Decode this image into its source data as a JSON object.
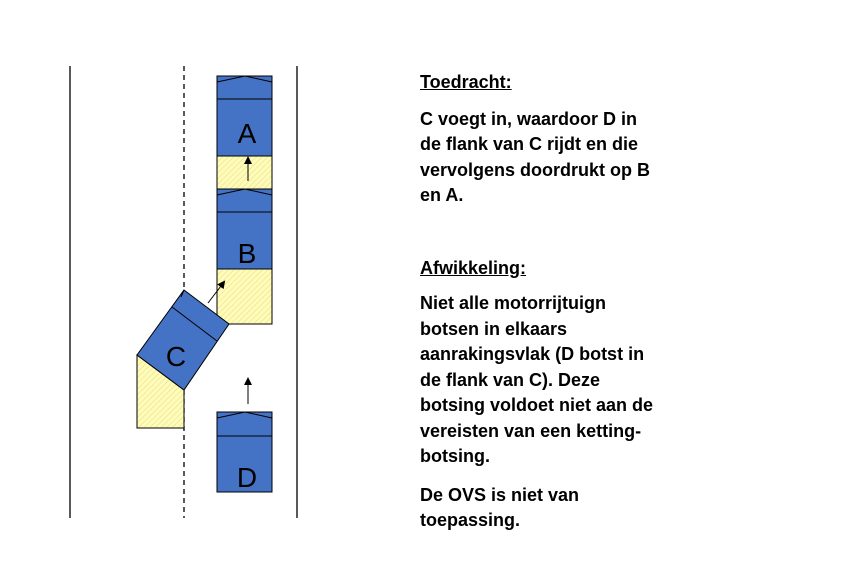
{
  "cars": {
    "a": "A",
    "b": "B",
    "c": "C",
    "d": "D"
  },
  "toedracht": {
    "heading": "Toedracht:",
    "lines": [
      "C voegt in, waardoor D in",
      "de flank van C rijdt en die",
      "vervolgens doordrukt op B",
      "en A."
    ]
  },
  "afwikkeling": {
    "heading": "Afwikkeling:",
    "lines": [
      "Niet alle motorrijtuign",
      "botsen in elkaars",
      "aanrakingsvlak (D botst in",
      "de flank van C). Deze",
      "botsing voldoet niet aan de",
      "vereisten van een ketting-",
      "botsing."
    ],
    "conclusion_lines": [
      "De OVS is niet van",
      "toepassing."
    ]
  },
  "colors": {
    "car_blue": "#4472c4",
    "crumple_yellow": "#fefcb8",
    "outline": "#000000"
  }
}
